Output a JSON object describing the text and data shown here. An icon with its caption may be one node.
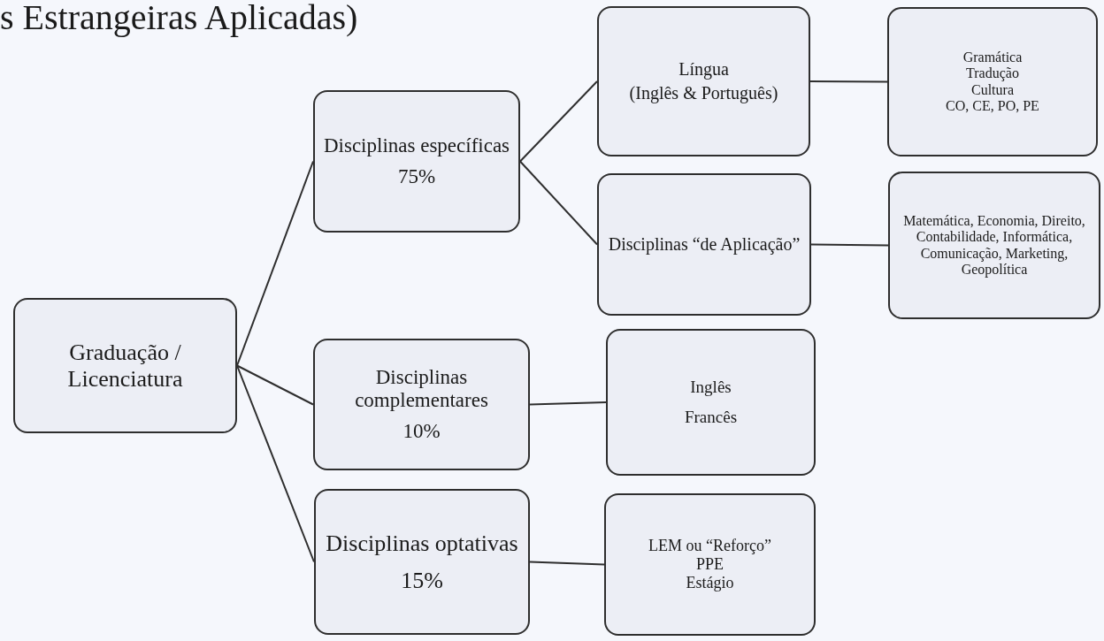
{
  "diagram": {
    "title": "s Estrangeiras Aplicadas)",
    "nodes": [
      {
        "text": [
          "Graduação / Licenciatura"
        ]
      },
      {
        "text": [
          "Disciplinas específicas",
          "75%"
        ]
      },
      {
        "text": [
          "Língua",
          "(Inglês & Português)"
        ]
      },
      {
        "text": [
          "Gramática",
          "Tradução",
          "Cultura",
          "CO, CE, PO, PE"
        ]
      },
      {
        "text": [
          "Disciplinas “de Aplicação”"
        ]
      },
      {
        "text": [
          "Matemática, Economia, Direito, Contabilidade, Informática, Comunicação, Marketing, Geopolítica"
        ]
      },
      {
        "text": [
          "Disciplinas complementares",
          "10%"
        ]
      },
      {
        "text": [
          "Inglês",
          "Francês"
        ]
      },
      {
        "text": [
          "Disciplinas optativas",
          "15%"
        ]
      },
      {
        "text": [
          "LEM ou “Reforço”",
          "PPE",
          "Estágio"
        ]
      }
    ],
    "edges": [
      {
        "from": 0,
        "to": 1,
        "arrow": "none"
      },
      {
        "from": 0,
        "to": 6,
        "arrow": "none"
      },
      {
        "from": 0,
        "to": 8,
        "arrow": "none"
      },
      {
        "from": 1,
        "to": 2,
        "arrow": "none"
      },
      {
        "from": 1,
        "to": 4,
        "arrow": "none"
      },
      {
        "from": 2,
        "to": 3,
        "arrow": "none"
      },
      {
        "from": 4,
        "to": 5,
        "arrow": "none"
      },
      {
        "from": 6,
        "to": 7,
        "arrow": "none"
      },
      {
        "from": 8,
        "to": 9,
        "arrow": "none"
      }
    ]
  }
}
